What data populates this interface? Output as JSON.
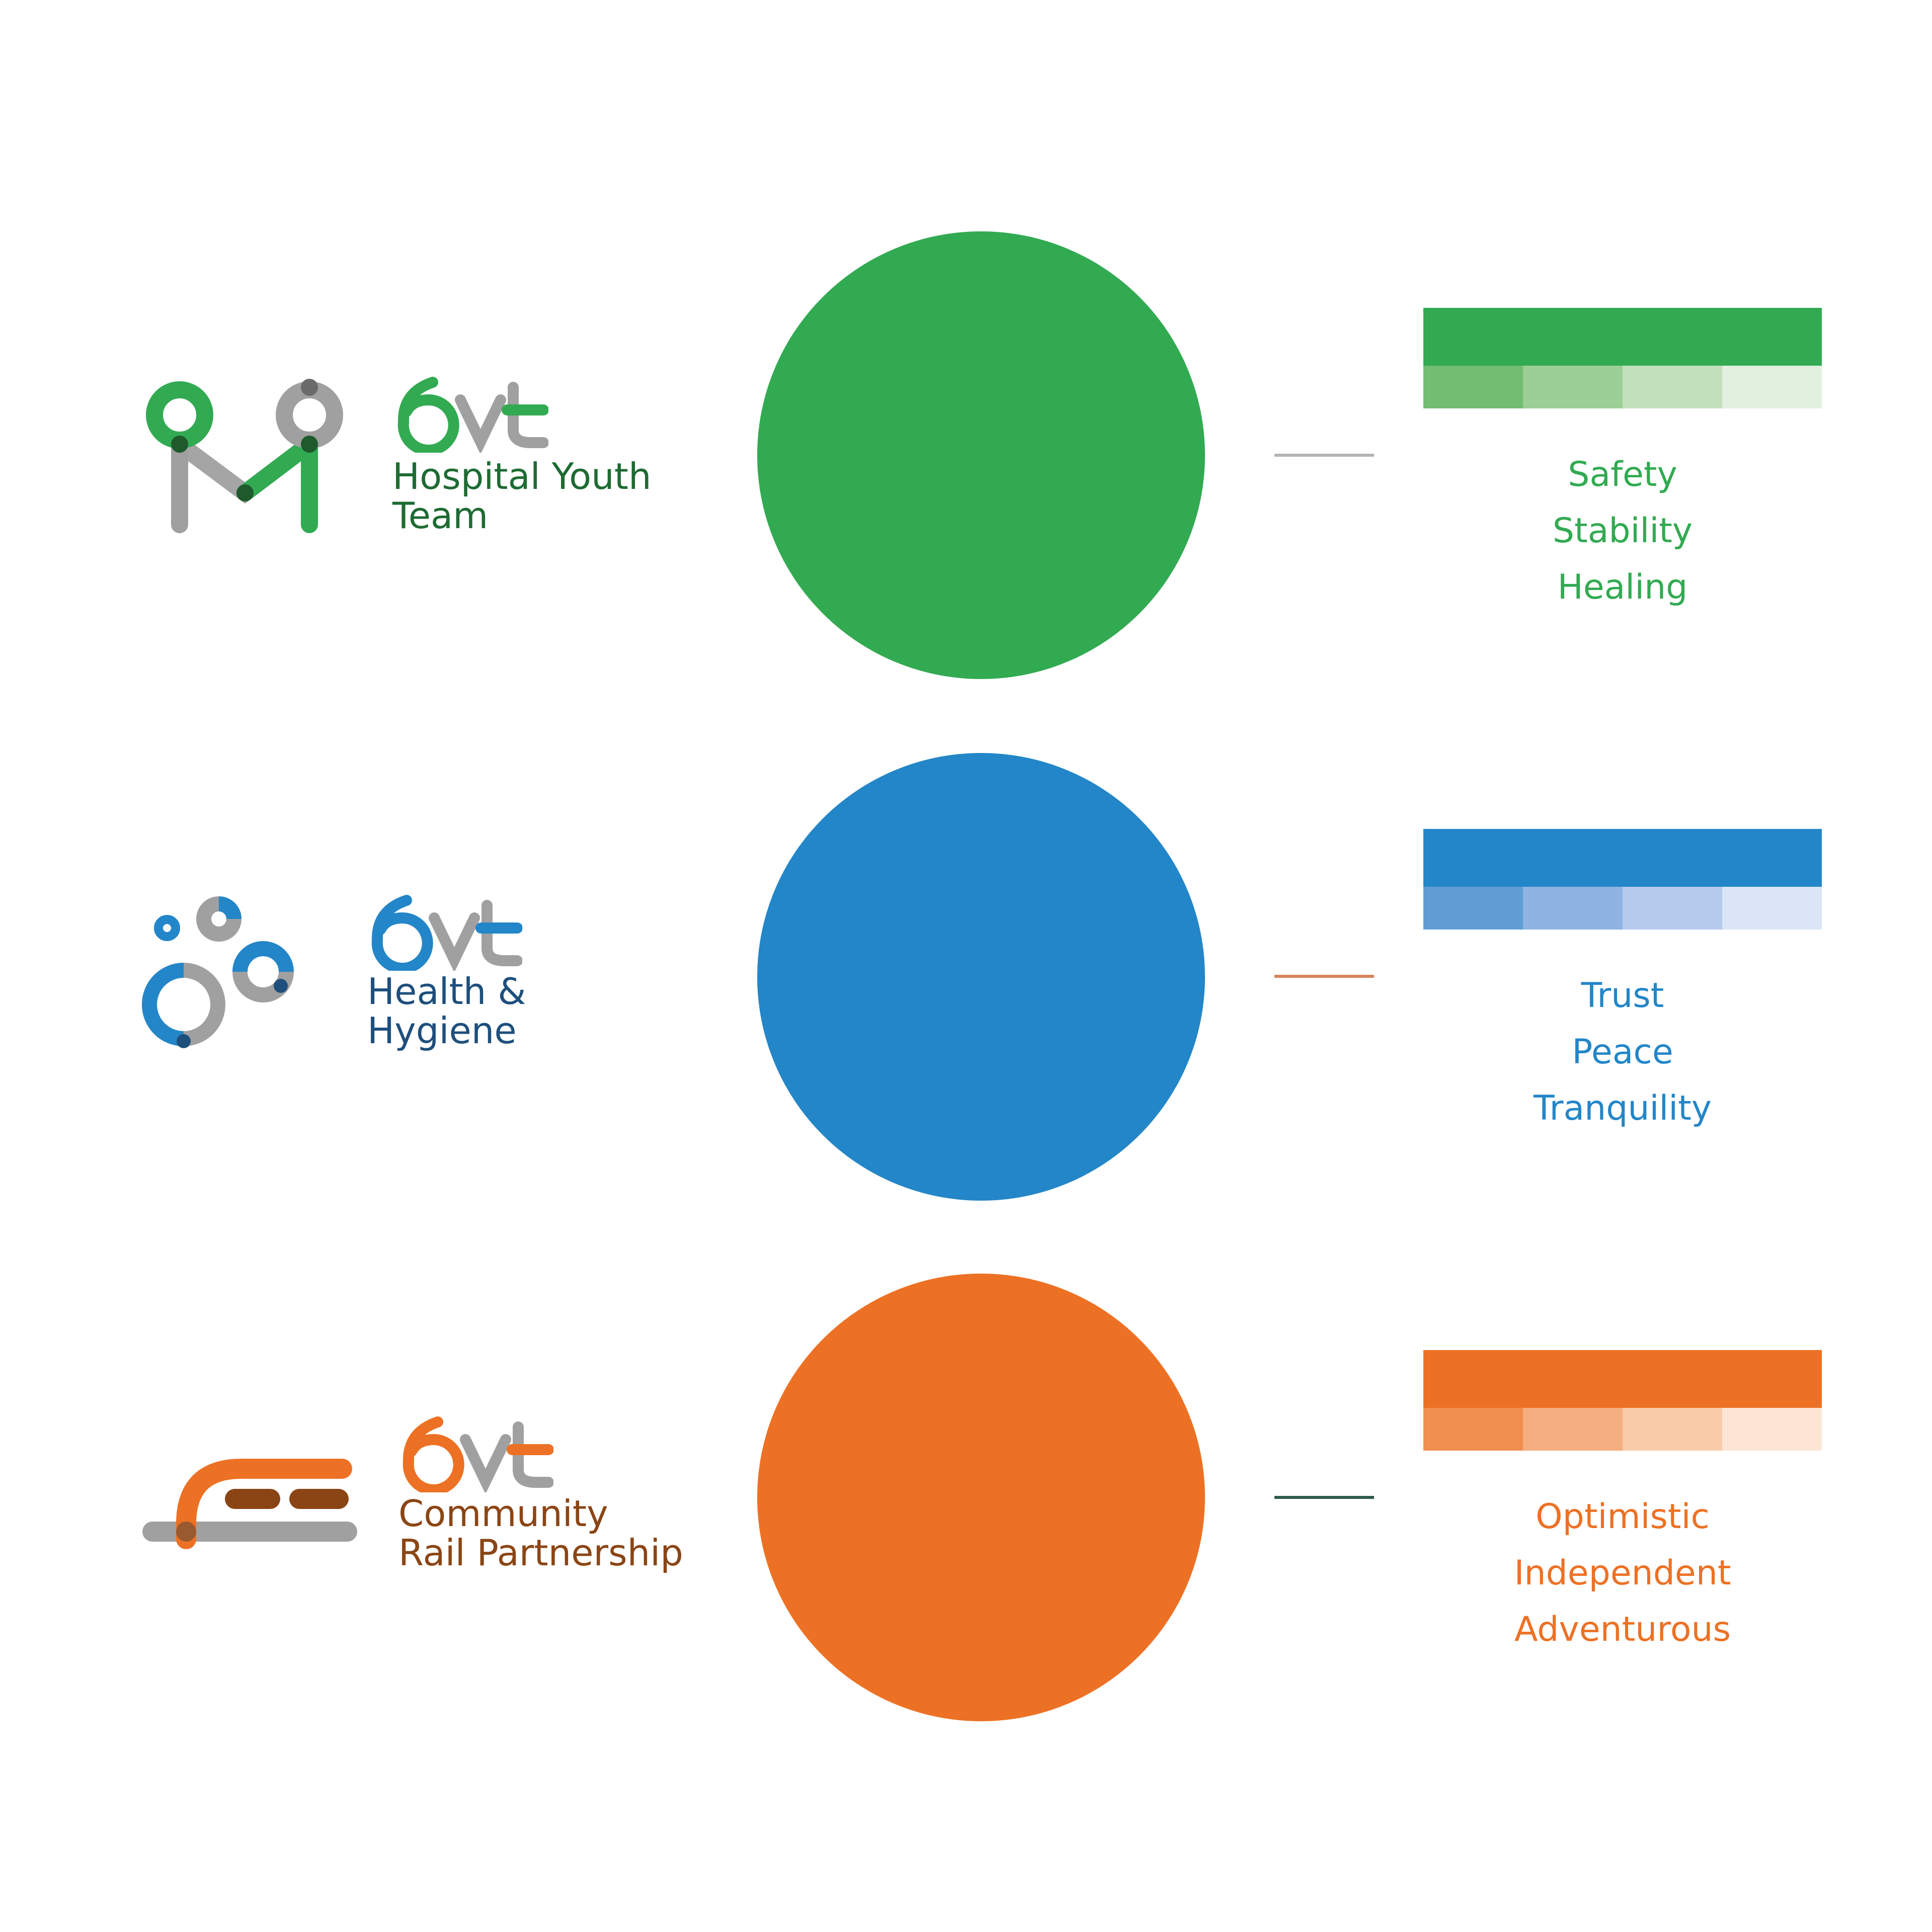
{
  "colors": {
    "green": "#32aa52",
    "green_dark": "#1e6b33",
    "blue": "#2386c8",
    "blue_dark": "#1e4f7c",
    "orange": "#ed7124",
    "orange_dark": "#8b4514",
    "grey": "#a0a0a0"
  },
  "logos": [
    "hospital-youth-team-logo-icon",
    "health-hygiene-logo-icon",
    "community-rail-logo-icon"
  ],
  "sections": [
    {
      "wordmark": "6vt",
      "name_lines": [
        "Hospital Youth",
        "Team"
      ],
      "values": [
        "Safety",
        "Stability",
        "Healing"
      ],
      "color": "#32aa52",
      "tints": [
        "#72bd72",
        "#9ccf95",
        "#c3e0bd",
        "#e2f0df"
      ]
    },
    {
      "wordmark": "6vt",
      "name_lines": [
        "Health &",
        "Hygiene"
      ],
      "values": [
        "Trust",
        "Peace",
        "Tranquility"
      ],
      "color": "#2386c8",
      "tints": [
        "#619dd5",
        "#8fb3e3",
        "#b5cbed",
        "#dbe5f6"
      ]
    },
    {
      "wordmark": "6vt",
      "name_lines": [
        "Community",
        "Rail Partnership"
      ],
      "values": [
        "Optimistic",
        "Independent",
        "Adventurous"
      ],
      "color": "#ed7124",
      "tints": [
        "#f08f50",
        "#f5ae7f",
        "#f8cba9",
        "#fce5d4"
      ]
    }
  ]
}
